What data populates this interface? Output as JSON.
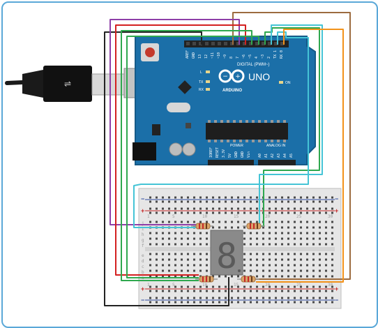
{
  "arduino": {
    "model": "UNO",
    "brand": "ARDUINO",
    "digital_label": "DIGITAL (PWM~)",
    "power_label": "POWER",
    "analog_label": "ANALOG IN",
    "digital_pins": [
      "AREF",
      "GND",
      "13",
      "12",
      "~11",
      "~10",
      "~9",
      "8",
      "7",
      "~6",
      "~5",
      "4",
      "~3",
      "2",
      "TX 1",
      "RX 0"
    ],
    "power_pins": [
      "IOREF",
      "RESET",
      "3.3V",
      "5V",
      "GND",
      "GND",
      "Vin"
    ],
    "analog_pins": [
      "A0",
      "A1",
      "A2",
      "A3",
      "A4",
      "A5"
    ],
    "leds": [
      "L",
      "TX",
      "RX"
    ],
    "on_label": "ON"
  },
  "breadboard": {
    "plus": "+",
    "minus": "−",
    "row_letters_top": [
      "j",
      "i",
      "h",
      "g",
      "f"
    ],
    "row_letters_bottom": [
      "e",
      "d",
      "c",
      "b",
      "a"
    ],
    "col_numbers": [
      "1",
      "5",
      "10",
      "15",
      "20",
      "25",
      "30"
    ]
  },
  "display": {
    "digit": "8"
  },
  "wire_colors": {
    "black": "#222222",
    "brown": "#9c6b3f",
    "purple": "#8e3fa8",
    "red": "#d32020",
    "green": "#2fa84f",
    "cyan": "#45c4d6",
    "orange": "#f2921a"
  }
}
